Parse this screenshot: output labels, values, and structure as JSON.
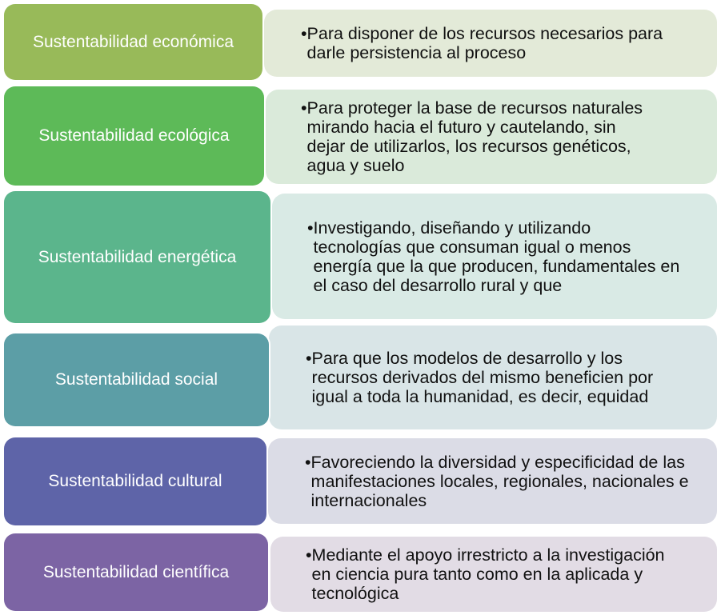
{
  "colors": {
    "economica": "#98ba59",
    "ecologica": "#5dba58",
    "energetica": "#5bb58c",
    "social": "#5c9ea6",
    "cultural": "#5e64a8",
    "cientifica": "#7c64a4"
  },
  "bullet": "•",
  "rows": [
    {
      "label": "Sustentabilidad económica",
      "text": "Para disponer de los recursos necesarios para darle persistencia al proceso"
    },
    {
      "label": "Sustentabilidad ecológica",
      "text": "Para proteger la base de recursos naturales mirando hacia el futuro y cautelando, sin dejar de utilizarlos, los recursos genéticos, agua y suelo"
    },
    {
      "label": "Sustentabilidad energética",
      "text": "Investigando, diseñando y utilizando tecnologías que consuman igual o menos energía que la que producen, fundamentales en el caso del desarrollo rural y que"
    },
    {
      "label": "Sustentabilidad social",
      "text": "Para que los modelos de desarrollo y los recursos derivados del mismo beneficien por igual a toda la humanidad, es decir, equidad"
    },
    {
      "label": "Sustentabilidad cultural",
      "text": "Favoreciendo la diversidad y especificidad de las manifestaciones locales, regionales, nacionales e internacionales"
    },
    {
      "label": "Sustentabilidad científica",
      "text": "Mediante el apoyo irrestricto a la investigación en ciencia pura tanto como en la aplicada y tecnológica"
    }
  ]
}
